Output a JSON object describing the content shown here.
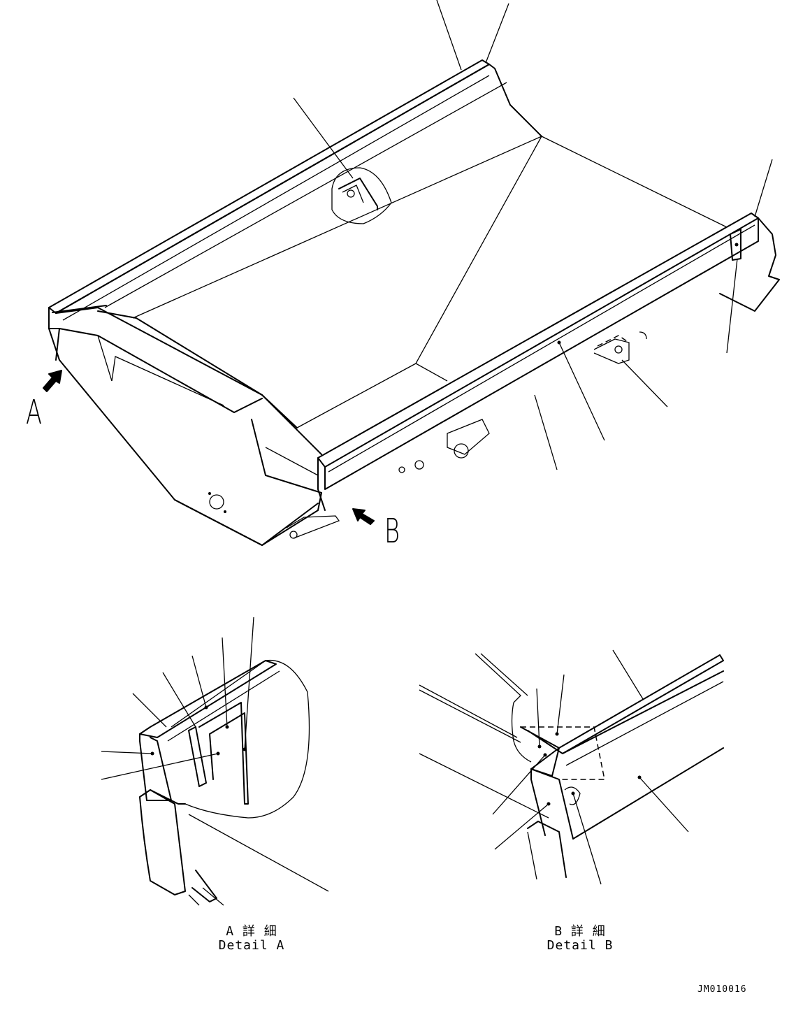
{
  "views": {
    "arrow_a": "A",
    "arrow_b": "B"
  },
  "details": {
    "a_jp": "A 詳 細",
    "a_en": "Detail A",
    "b_jp": "B 詳 細",
    "b_en": "Detail B"
  },
  "drawing_number": "JM010016"
}
